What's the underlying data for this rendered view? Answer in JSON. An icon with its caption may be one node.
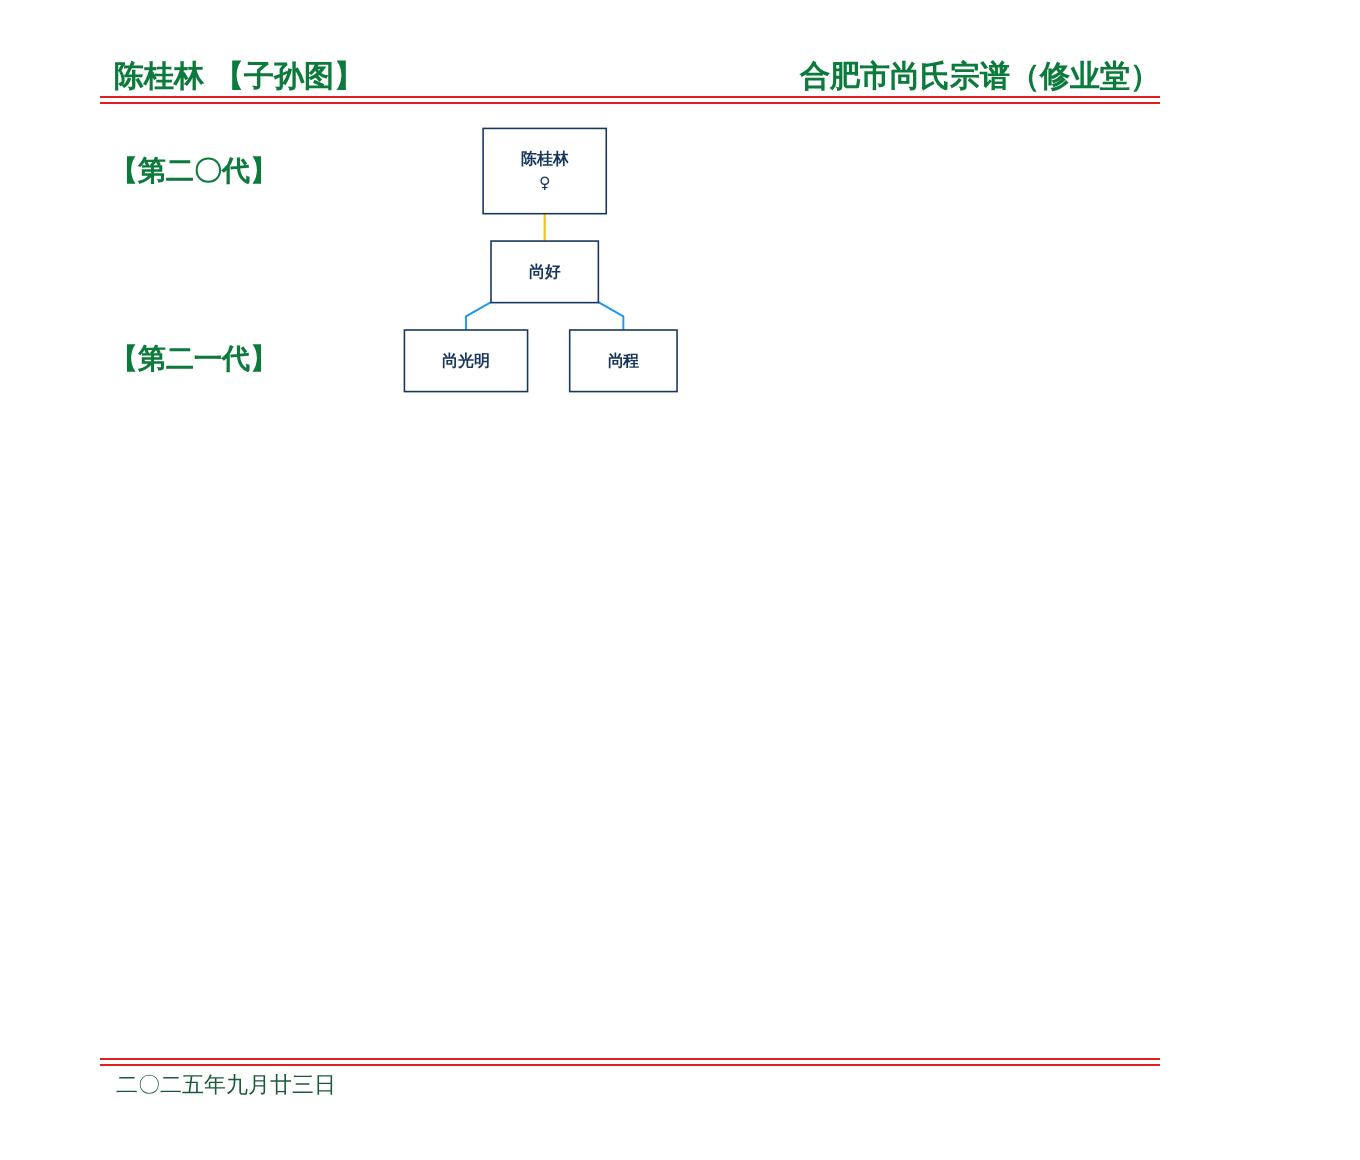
{
  "diagram": {
    "title": "陈桂林 【子孙图】",
    "nodes": [
      {
        "text": [
          "陈桂林",
          "♀"
        ]
      },
      {
        "text": [
          "尚好"
        ]
      },
      {
        "text": [
          "尚光明"
        ]
      },
      {
        "text": [
          "尚程"
        ]
      }
    ],
    "edges": [
      {
        "from": 0,
        "to": 1,
        "arrow": "none",
        "color": "#f5c400"
      },
      {
        "from": 1,
        "to": 2,
        "arrow": "none"
      },
      {
        "from": 1,
        "to": 3,
        "arrow": "none"
      }
    ],
    "labels": [
      "合肥市尚氏宗谱（修业堂）",
      "【第二〇代】",
      "【第二一代】",
      "二〇二五年九月廿三日"
    ]
  }
}
